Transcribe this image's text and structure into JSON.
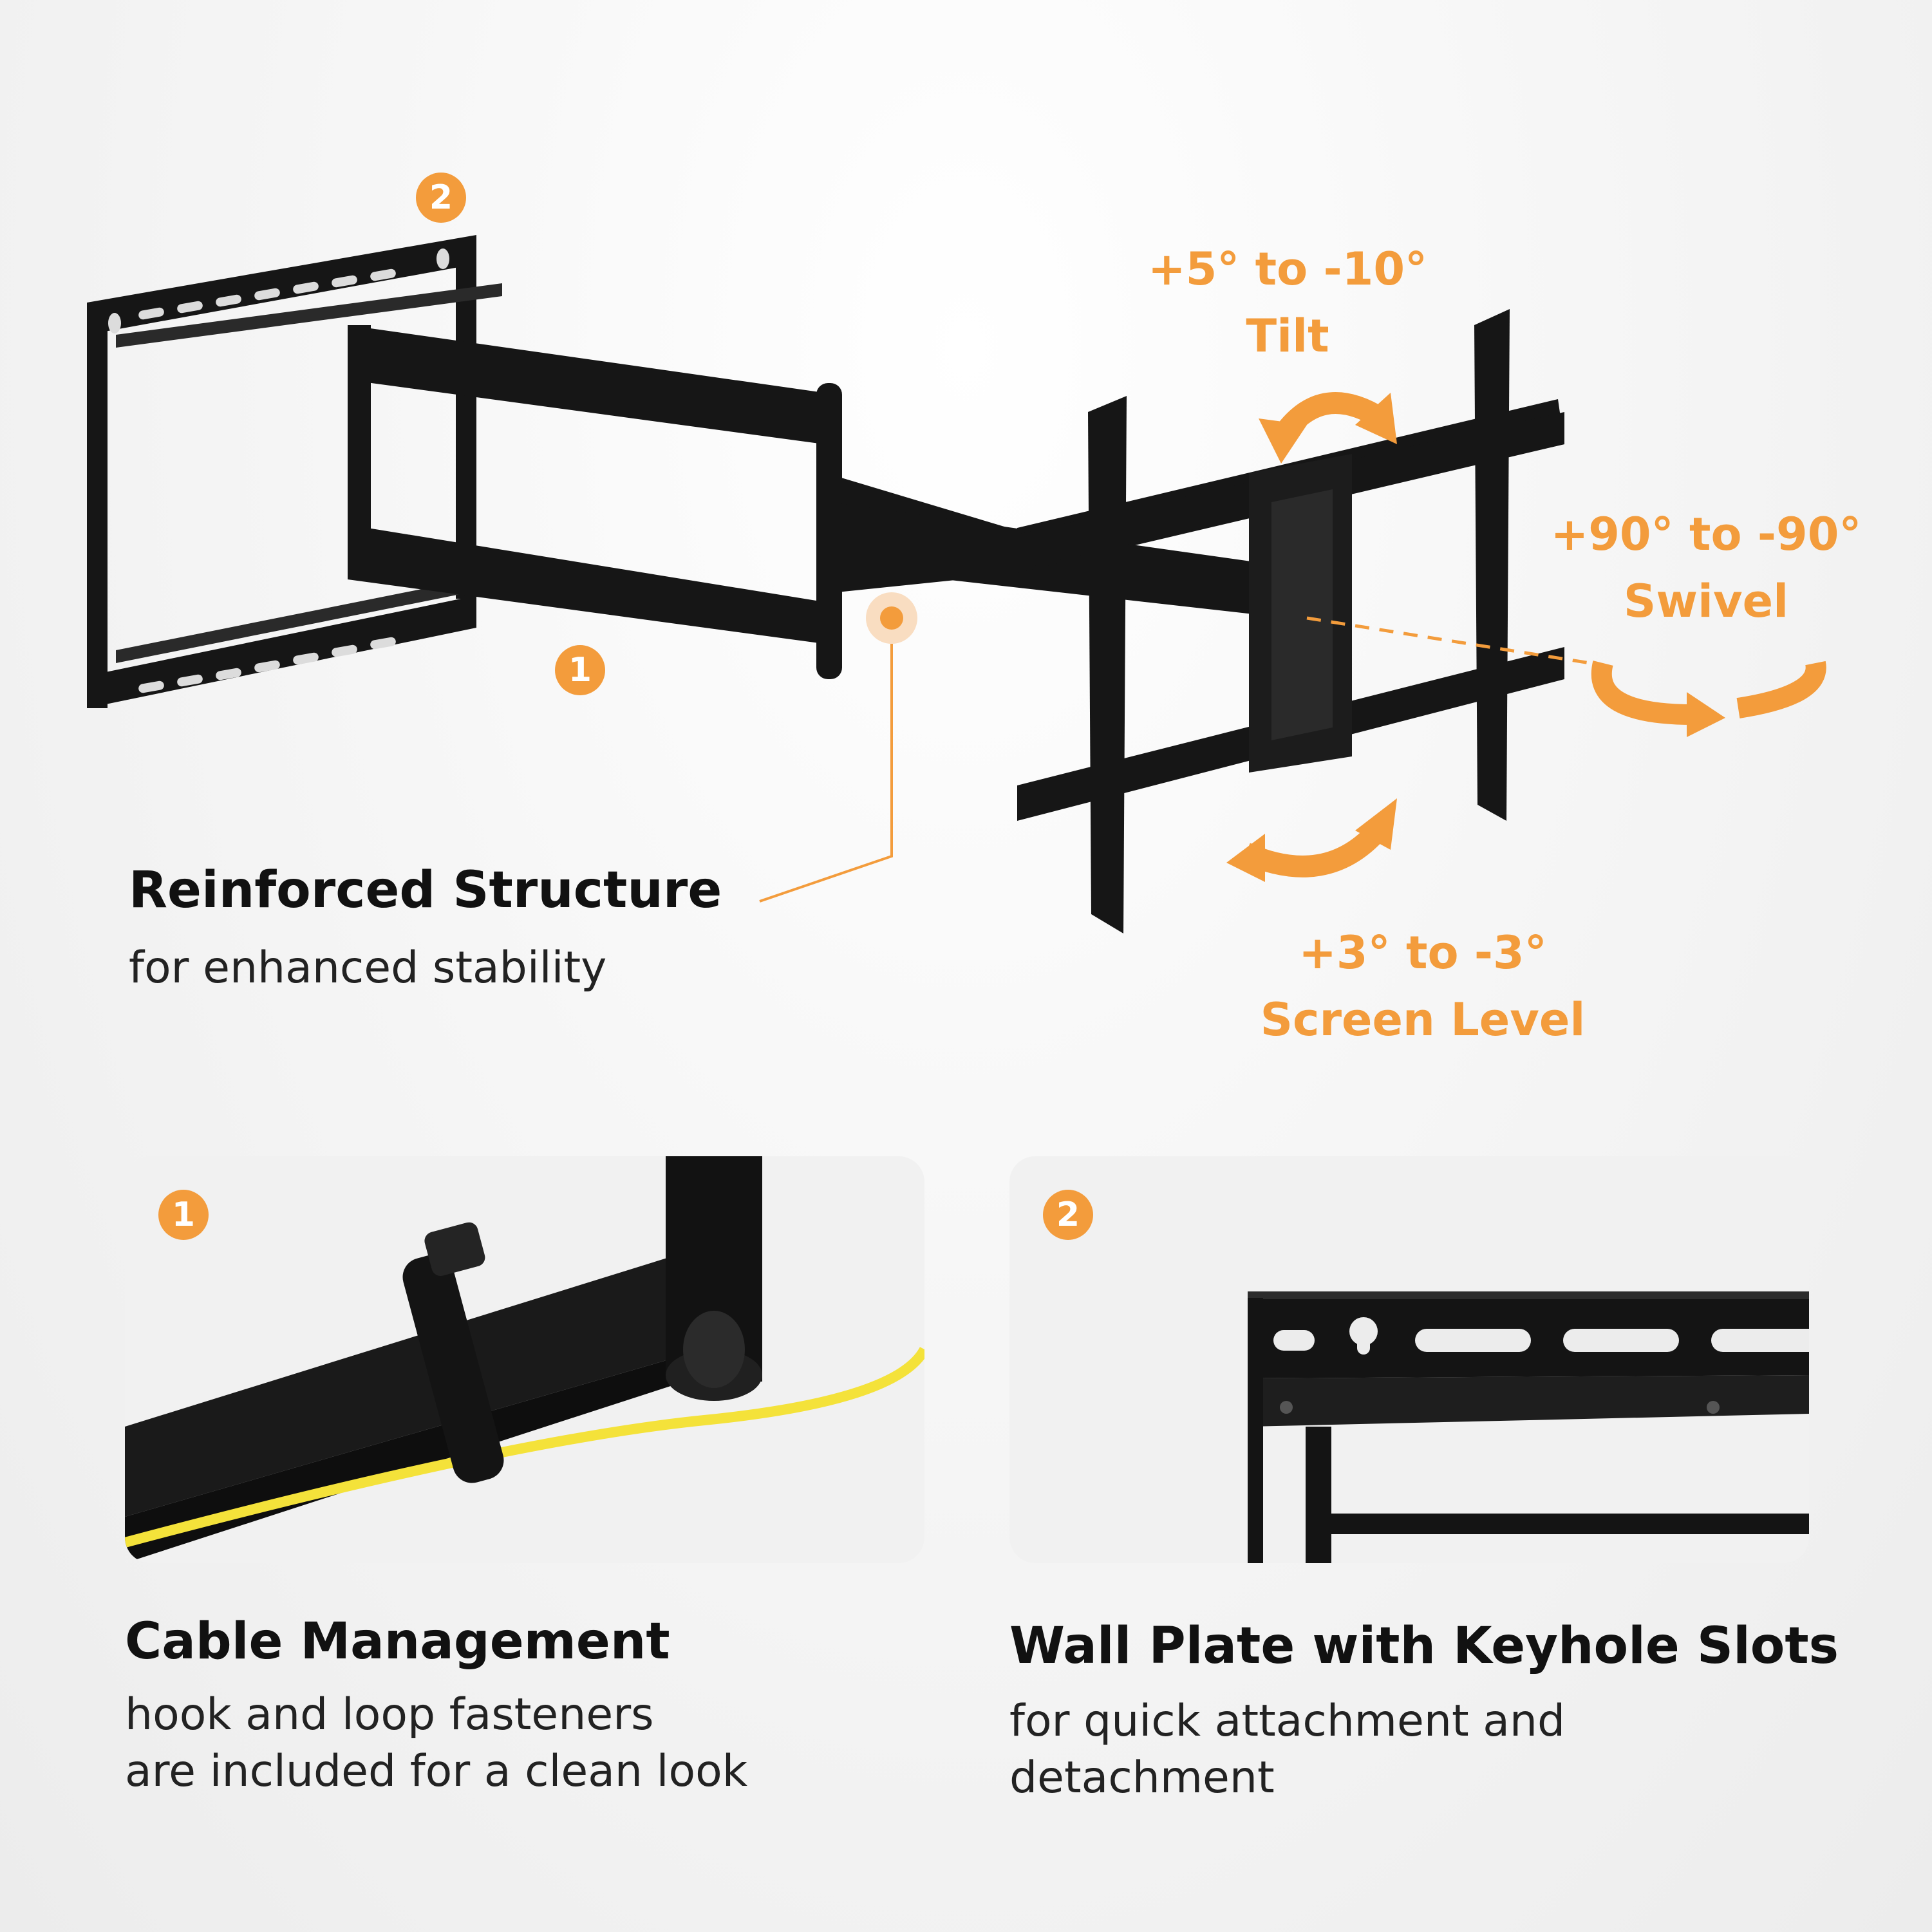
{
  "motions": {
    "tilt": {
      "range": "+5° to -10°",
      "name": "Tilt"
    },
    "swivel": {
      "range": "+90° to -90°",
      "name": "Swivel"
    },
    "level": {
      "range": "+3° to -3°",
      "name": "Screen Level"
    }
  },
  "callouts": {
    "badge1": "1",
    "badge2": "2"
  },
  "features": {
    "reinforced": {
      "title": "Reinforced Structure",
      "subtitle": "for enhanced stability"
    },
    "cable": {
      "badge": "1",
      "title": "Cable Management",
      "subtitle_line1": "hook and loop fasteners",
      "subtitle_line2": "are included for a clean look"
    },
    "wallplate": {
      "badge": "2",
      "title": "Wall Plate with Keyhole Slots",
      "subtitle_line1": "for quick attachment and",
      "subtitle_line2": "detachment"
    }
  },
  "colors": {
    "accent": "#f39c3c",
    "metal": "#161616",
    "cable": "#f4e23a",
    "panel": "#f1f1f1"
  }
}
